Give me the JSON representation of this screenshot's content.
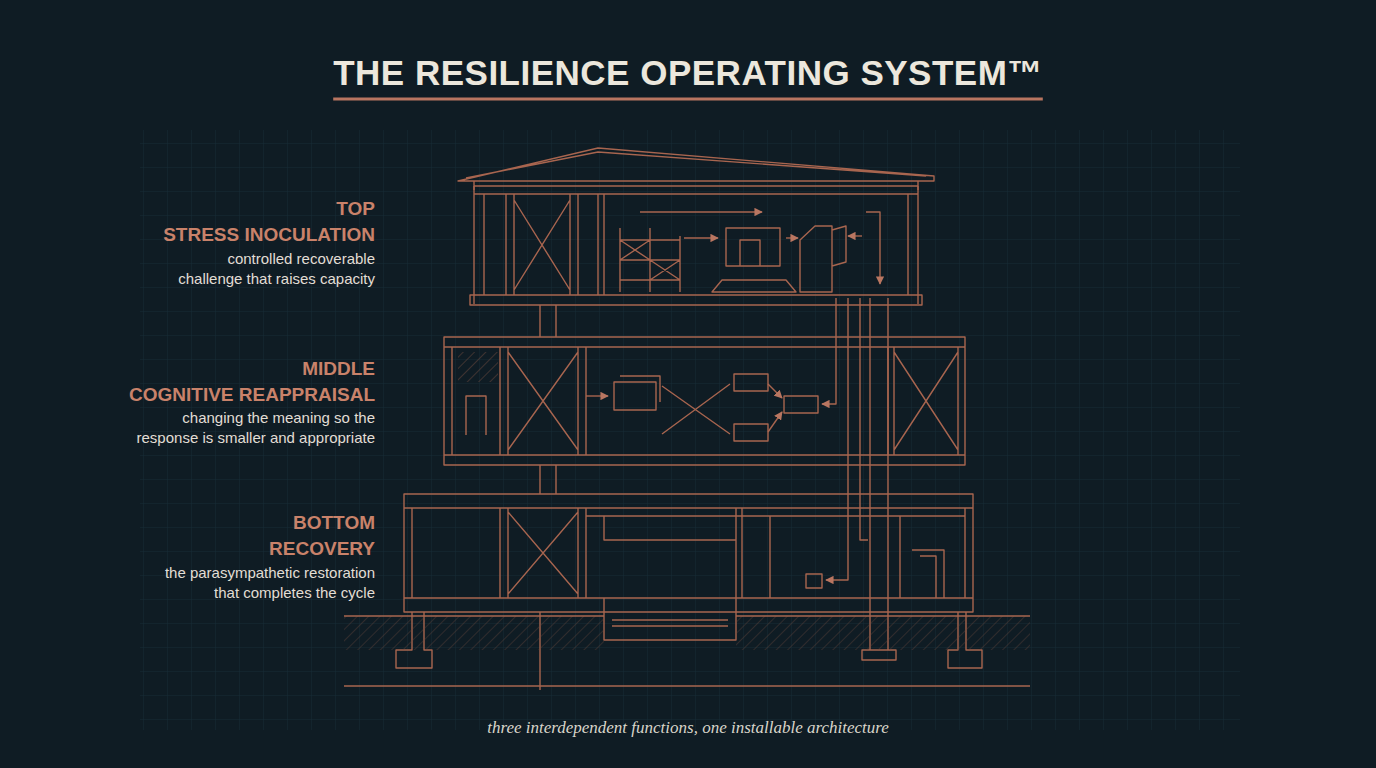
{
  "diagram": {
    "title": "THE RESILIENCE OPERATING SYSTEM™",
    "caption": "three interdependent functions, one installable architecture",
    "labels": [
      "TOP",
      "STRESS INOCULATION",
      "controlled recoverable challenge that raises capacity",
      "MIDDLE",
      "COGNITIVE REAPPRAISAL",
      "changing the meaning so the response is smaller and appropriate",
      "BOTTOM",
      "RECOVERY",
      "the parasympathetic restoration that completes the cycle"
    ]
  }
}
